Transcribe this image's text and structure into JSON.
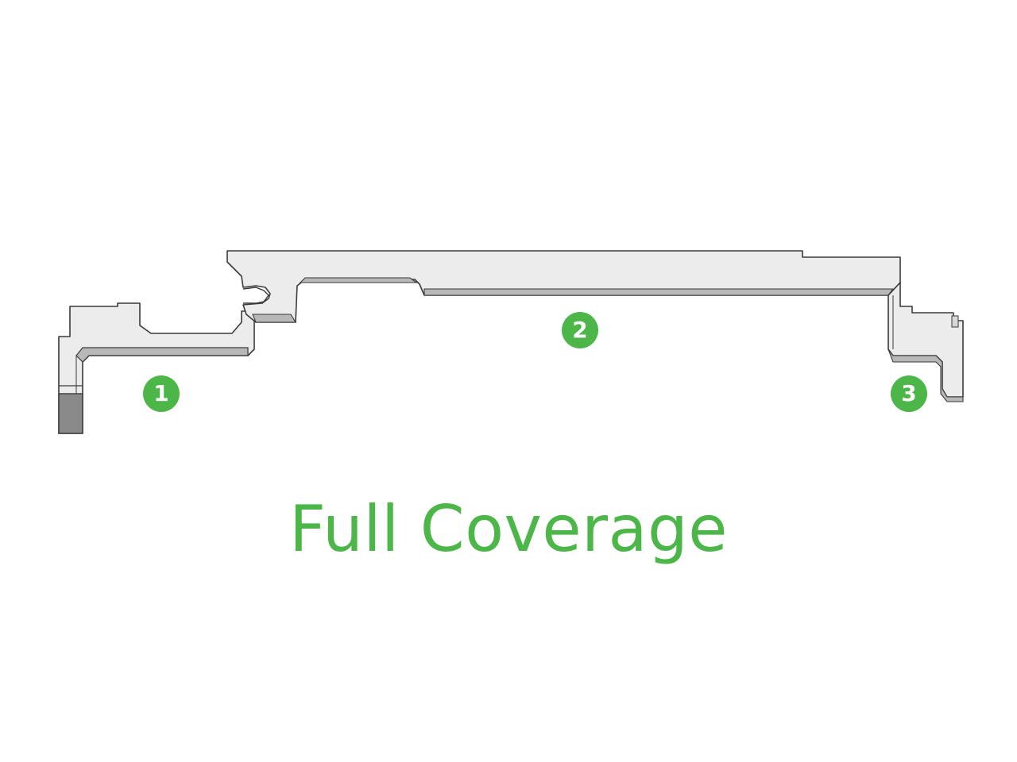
{
  "caption": "Full Coverage",
  "markers": [
    {
      "label": "1"
    },
    {
      "label": "2"
    },
    {
      "label": "3"
    }
  ],
  "colors": {
    "accent": "#4cb748",
    "part_face": "#ececec",
    "part_outline": "#3a3a3a",
    "part_shadow": "#8a8a8a"
  }
}
